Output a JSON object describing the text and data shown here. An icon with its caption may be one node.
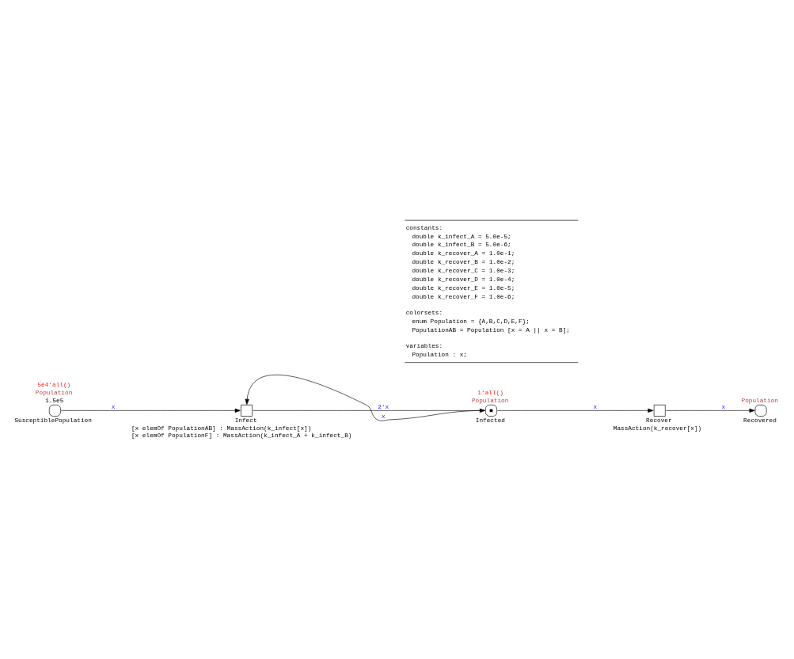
{
  "diagram": {
    "nodes": [
      {
        "text": [
          "SusceptiblePopulation"
        ],
        "beside": [
          "5e4‘all()",
          "Population",
          "1.5e5"
        ]
      },
      {
        "text": [
          "Infect"
        ],
        "beside": [
          "[x elemOf PopulationAB] : MassAction(k_infect[x])",
          "[x elemOf PopulationF] : MassAction(k_infect_A + k_infect_B)"
        ]
      },
      {
        "text": [
          "Infected"
        ],
        "beside": [
          "1‘all()",
          "Population"
        ]
      },
      {
        "text": [
          "Recover"
        ],
        "beside": [
          "MassAction(k_recover[x])"
        ]
      },
      {
        "text": [
          "Recovered"
        ],
        "beside": [
          "Population"
        ]
      }
    ],
    "edges": [
      {
        "from": 0,
        "to": 1,
        "arrow": "to",
        "label": "x"
      },
      {
        "from": 1,
        "to": 2,
        "arrow": "to",
        "label": "2‘x"
      },
      {
        "from": 2,
        "to": 1,
        "arrow": "to",
        "label": "x"
      },
      {
        "from": 2,
        "to": 3,
        "arrow": "to",
        "label": "x"
      },
      {
        "from": 3,
        "to": 4,
        "arrow": "to",
        "label": "x"
      }
    ],
    "labels": [
      "constants:",
      "double k_infect_A = 5.0e-5;",
      "double k_infect_B = 5.0e-6;",
      "double k_recover_A = 1.0e-1;",
      "double k_recover_B = 1.0e-2;",
      "double k_recover_C = 1.0e-3;",
      "double k_recover_D = 1.0e-4;",
      "double k_recover_E = 1.0e-5;",
      "double k_recover_F = 1.0e-6;",
      "colorsets:",
      "enum Population = {A,B,C,D,E,F};",
      "PopulationAB = Population [x = A || x = B];",
      "variables:",
      "Population : x;"
    ]
  }
}
